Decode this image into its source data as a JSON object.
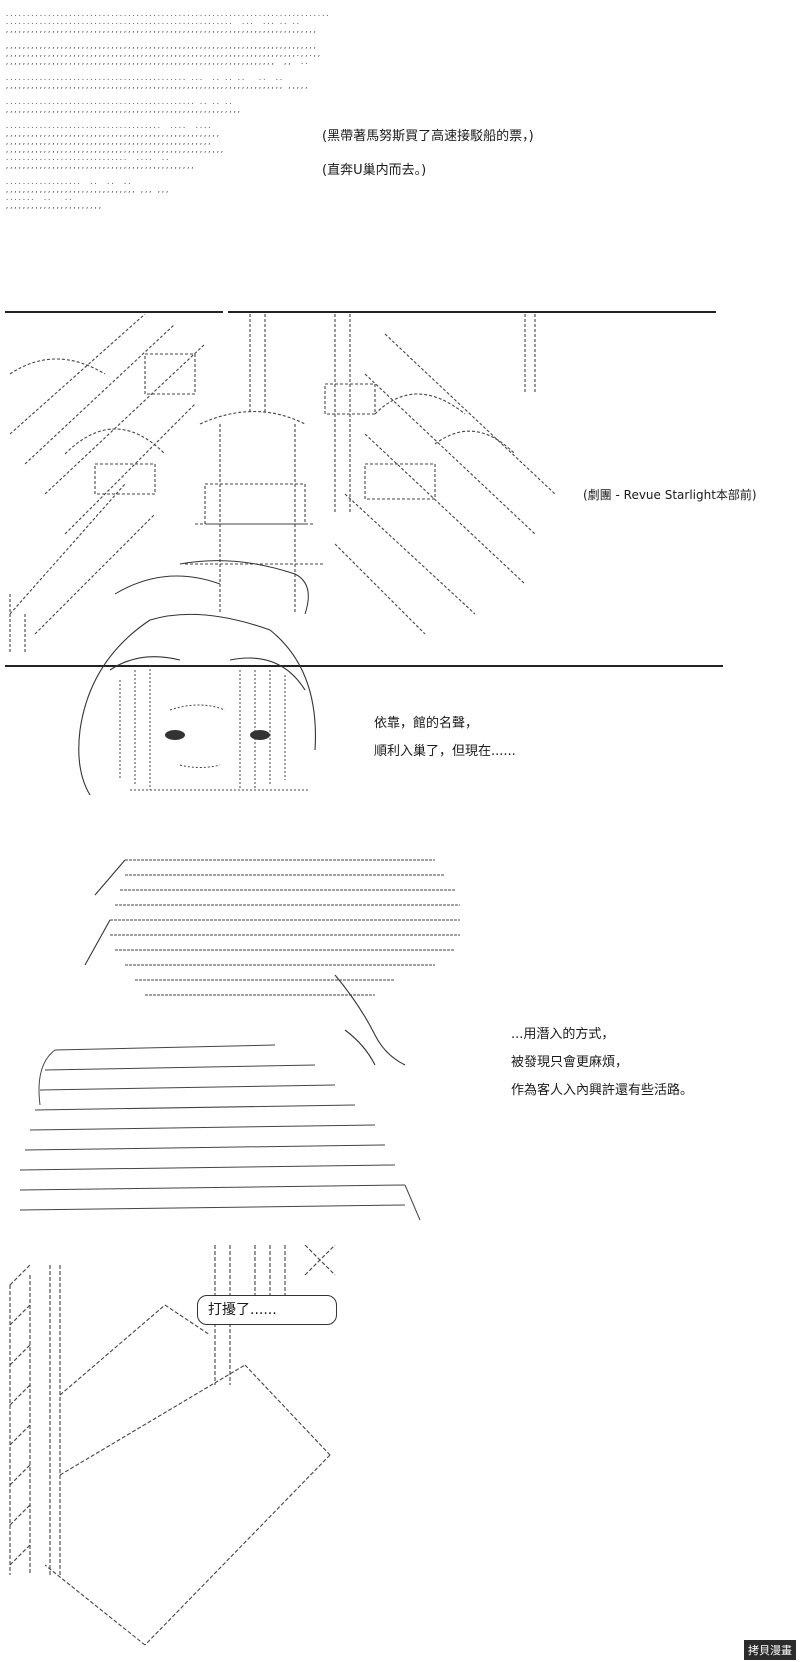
{
  "narration": {
    "line1": "(黑帶著馬努斯買了高速接駁船的票，)",
    "line2": "(直奔U巢内而去。)"
  },
  "scene_label": "(劇團 - Revue Starlight本部前)",
  "caption_block_1": {
    "line1": "依靠，館的名聲，",
    "line2": "順利入巢了，但現在......"
  },
  "caption_block_2": {
    "line1": "...用潛入的方式，",
    "line2": "被發現只會更麻煩，",
    "line3": "作為客人入內興許還有些活路。"
  },
  "speech_bubble": "打擾了......",
  "watermark": "拷貝漫畫"
}
